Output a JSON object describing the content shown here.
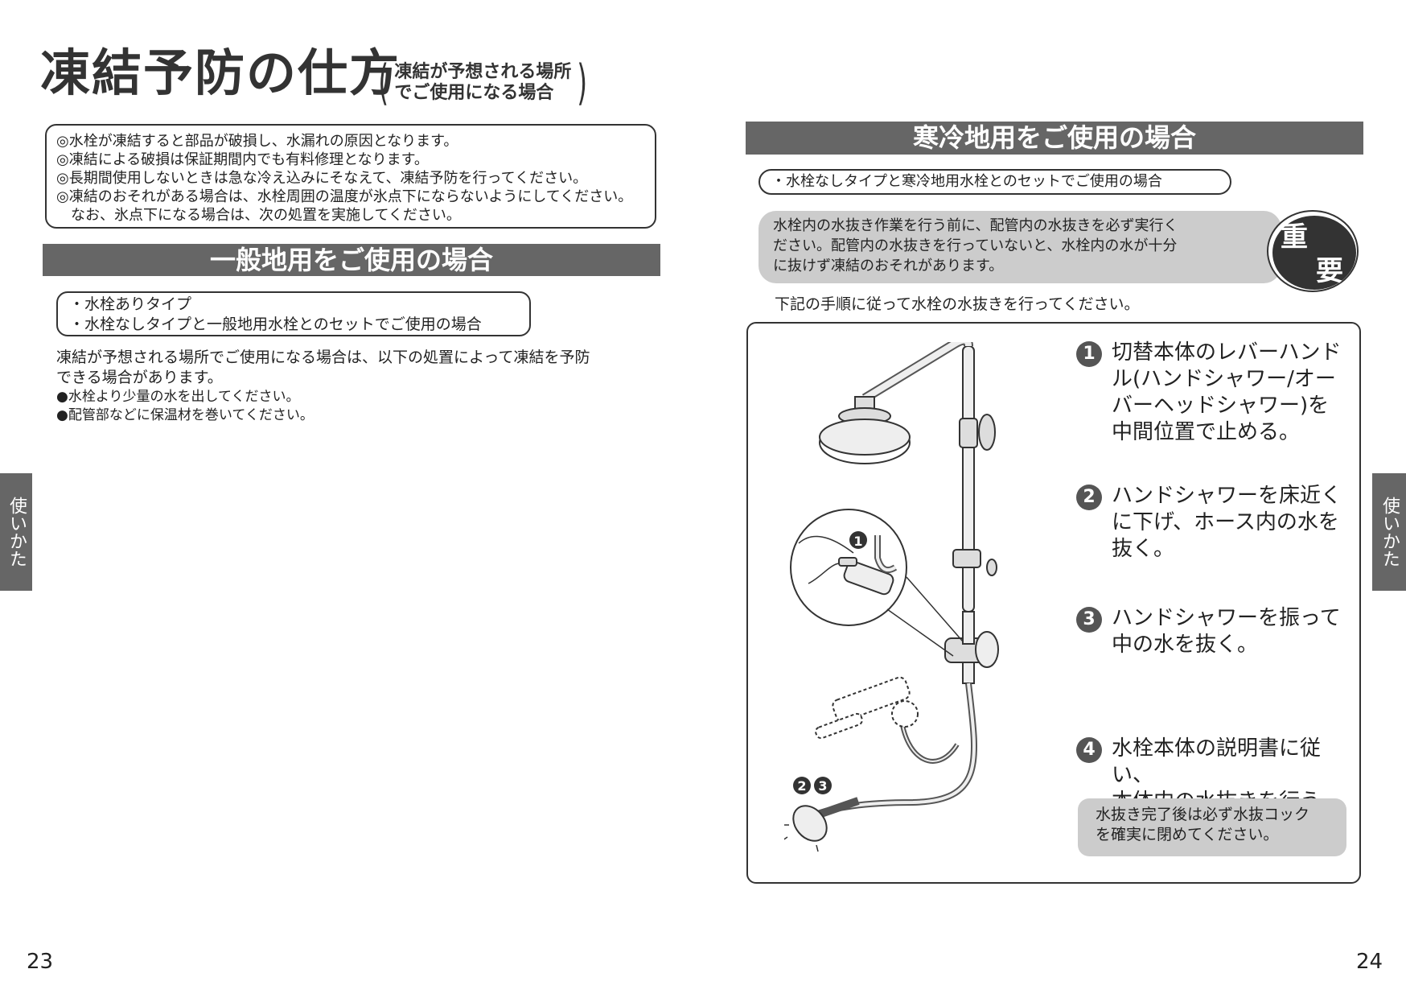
{
  "title": {
    "main": "凍結予防の仕方",
    "sub_line1": "凍結が予想される場所",
    "sub_line2": "でご使用になる場合",
    "paren_open": "(",
    "paren_close": ")"
  },
  "notice": [
    "◎水栓が凍結すると部品が破損し、水漏れの原因となります。",
    "◎凍結による破損は保証期間内でも有料修理となります。",
    "◎長期間使用しないときは急な冷え込みにそなえて、凍結予防を行ってください。",
    "◎凍結のおそれがある場合は、水栓周囲の温度が氷点下にならないようにしてください。",
    "　なお、氷点下になる場合は、次の処置を実施してください。"
  ],
  "general": {
    "heading": "一般地用をご使用の場合",
    "types": [
      "・水栓ありタイプ",
      "・水栓なしタイプと一般地用水栓とのセットでご使用の場合"
    ],
    "body_line1": "凍結が予想される場所でご使用になる場合は、以下の処置によって凍結を予防",
    "body_line2": "できる場合があります。",
    "bullets": [
      "●水栓より少量の水を出してください。",
      "●配管部などに保温材を巻いてください。"
    ]
  },
  "cold": {
    "heading": "寒冷地用をご使用の場合",
    "type": "・水栓なしタイプと寒冷地用水栓とのセットでご使用の場合",
    "important_lines": [
      "水栓内の水抜き作業を行う前に、配管内の水抜きを必ず実行く",
      "ださい。配管内の水抜きを行っていないと、水栓内の水が十分",
      "に抜けず凍結のおそれがあります。"
    ],
    "badge_top": "重",
    "badge_bottom": "要",
    "instruction": "下記の手順に従って水栓の水抜きを行ってください。",
    "steps": [
      {
        "num": "1",
        "lines": [
          "切替本体のレバーハンド",
          "ル(ハンドシャワー/オー",
          "バーヘッドシャワー)を",
          "中間位置で止める。"
        ]
      },
      {
        "num": "2",
        "lines": [
          "ハンドシャワーを床近く",
          "に下げ、ホース内の水を",
          "抜く。"
        ]
      },
      {
        "num": "3",
        "lines": [
          "ハンドシャワーを振って",
          "中の水を抜く。"
        ]
      },
      {
        "num": "4",
        "lines": [
          "水栓本体の説明書に従い、",
          "本体内の水抜きを行う。"
        ]
      }
    ],
    "finish_lines": [
      "水抜き完了後は必ず水抜コック",
      "を確実に閉めてください。"
    ],
    "illus_callout_1": "1",
    "illus_callout_2": "2",
    "illus_callout_3": "3"
  },
  "side_tab": "使いかた",
  "page_left": "23",
  "page_right": "24",
  "colors": {
    "bar": "#666666",
    "panel": "#cccccc",
    "badge": "#333333"
  },
  "icons": [
    "shower-system-illustration",
    "important-badge"
  ]
}
